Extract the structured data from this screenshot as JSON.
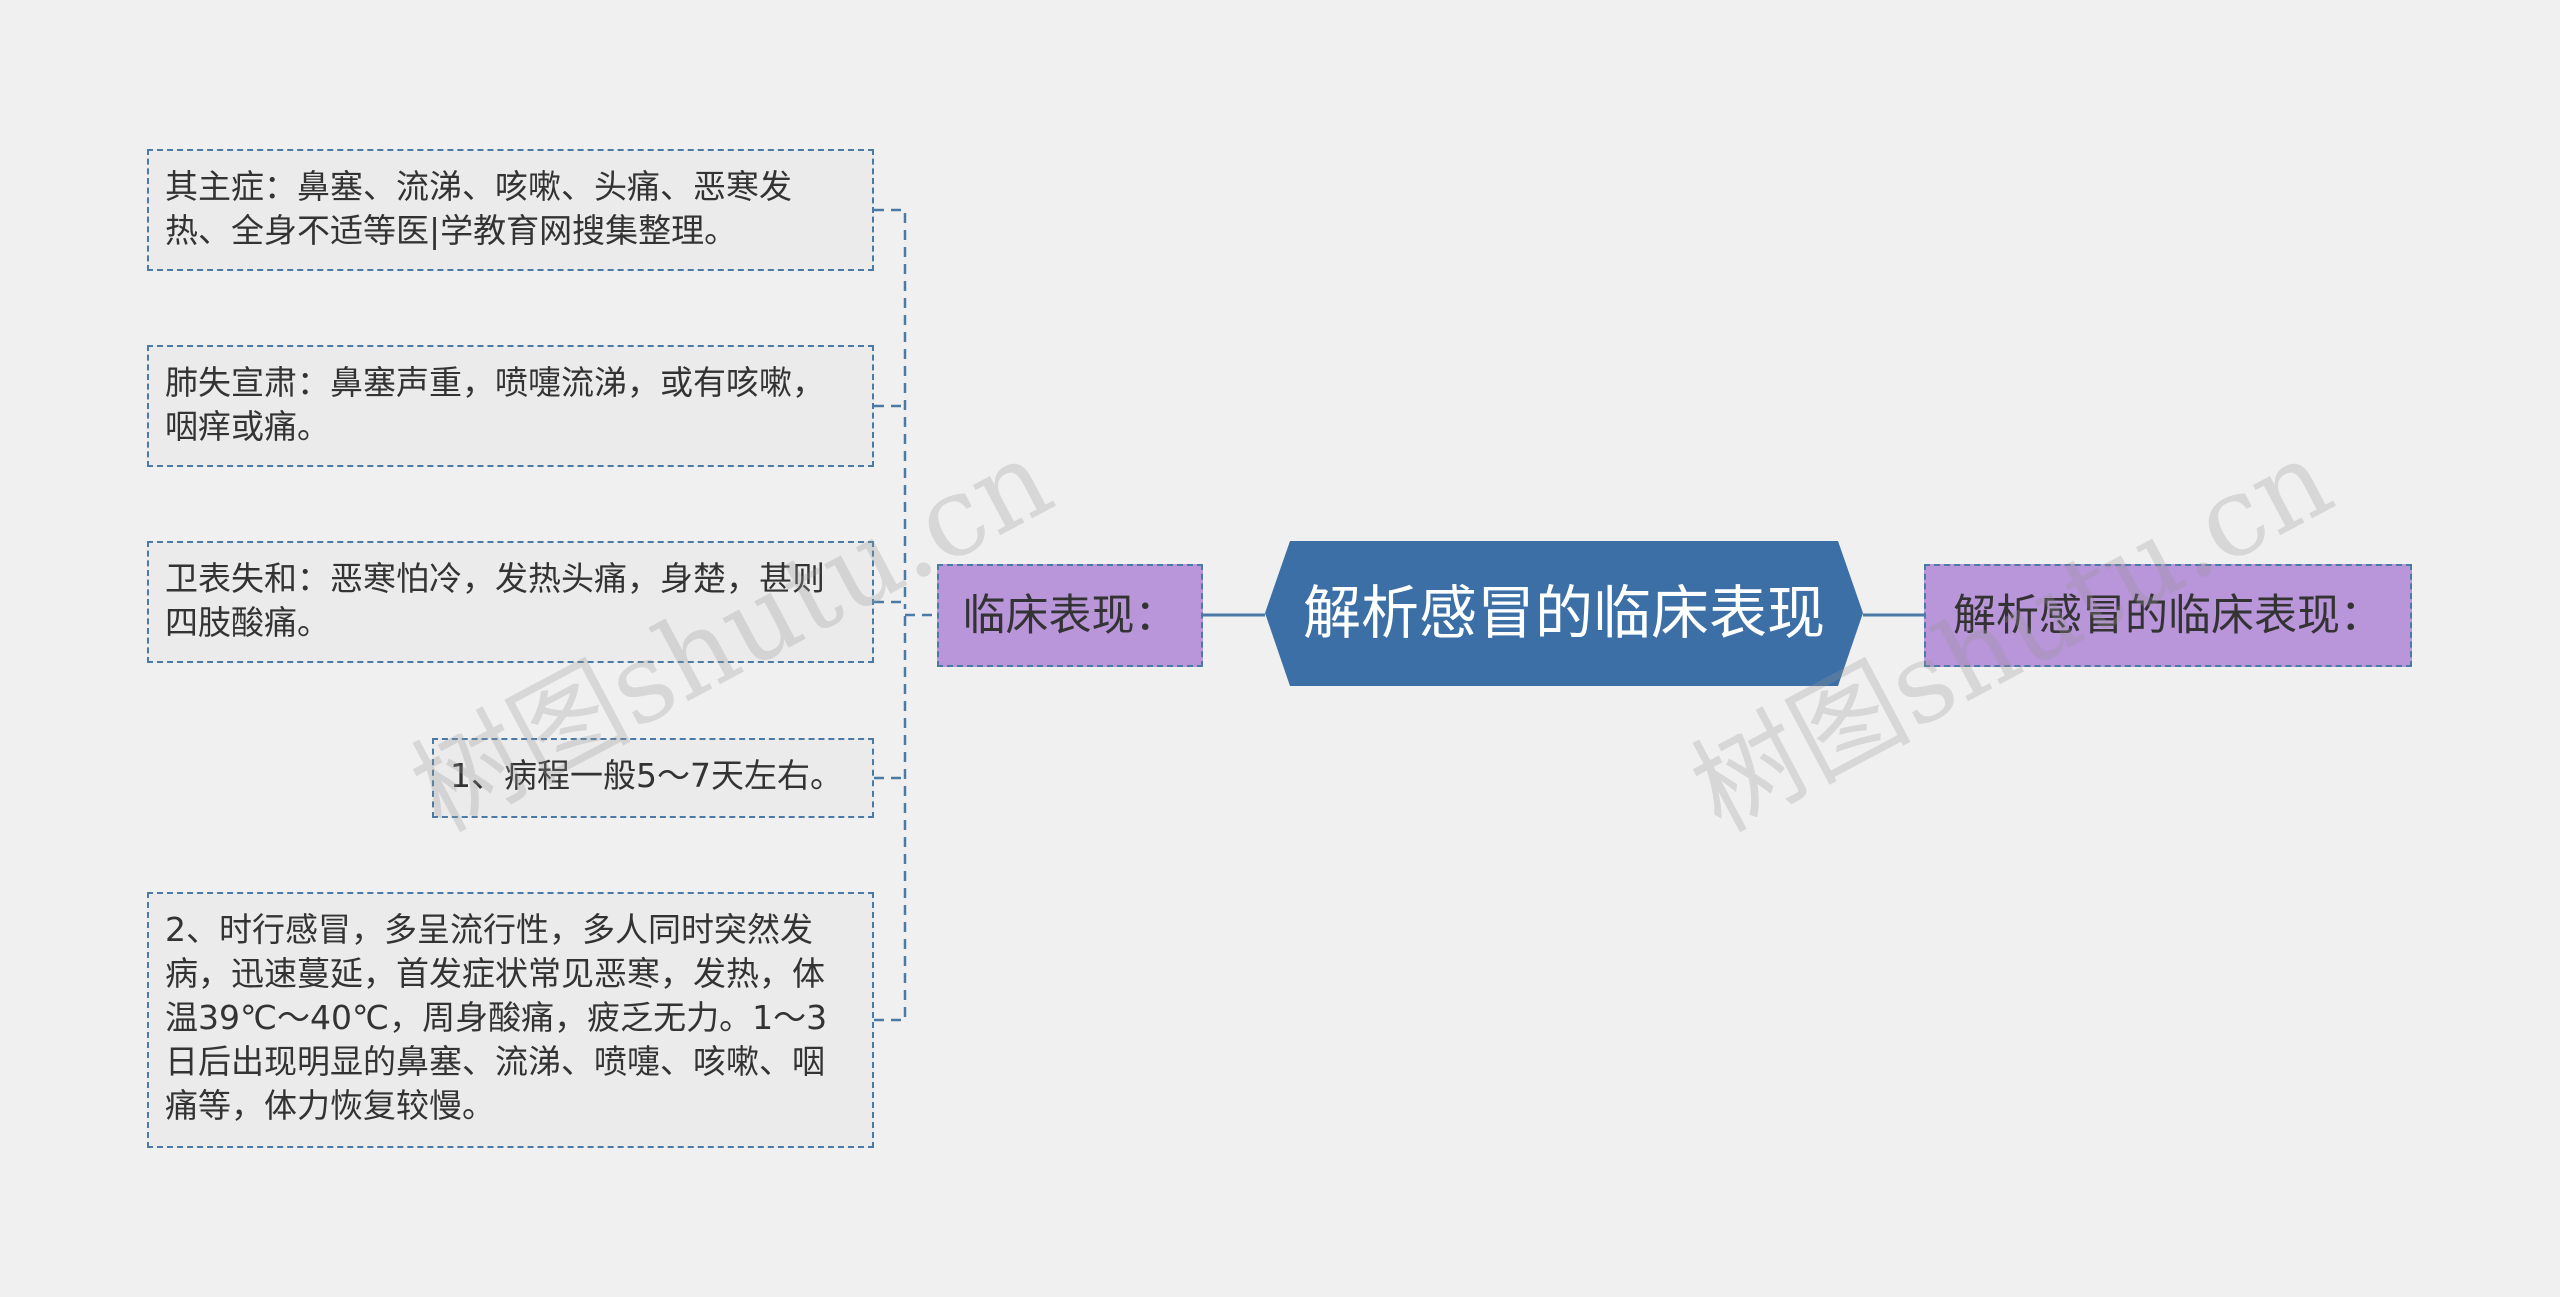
{
  "colors": {
    "background": "#f0f0f0",
    "root_fill": "#3c6fa6",
    "branch_fill": "#b995d9",
    "leaf_fill": "#ebebeb",
    "border": "#4a7aa5",
    "connector": "#4a7aa5"
  },
  "root": {
    "label": "解析感冒的临床表现"
  },
  "branches": {
    "left": {
      "label": "临床表现："
    },
    "right": {
      "label": "解析感冒的临床表现："
    }
  },
  "leaves": [
    {
      "text": "其主症：鼻塞、流涕、咳嗽、头痛、恶寒发热、全身不适等医|学教育网搜集整理。"
    },
    {
      "text": "肺失宣肃：鼻塞声重，喷嚏流涕，或有咳嗽，咽痒或痛。"
    },
    {
      "text": "卫表失和：恶寒怕冷，发热头痛，身楚，甚则四肢酸痛。"
    },
    {
      "text": "1、病程一般5～7天左右。"
    },
    {
      "text": "2、时行感冒，多呈流行性，多人同时突然发病，迅速蔓延，首发症状常见恶寒，发热，体温39℃～40℃，周身酸痛，疲乏无力。1～3日后出现明显的鼻塞、流涕、喷嚏、咳嗽、咽痛等，体力恢复较慢。"
    }
  ],
  "watermarks": [
    "树图shutu.cn",
    "树图shutu.cn"
  ]
}
